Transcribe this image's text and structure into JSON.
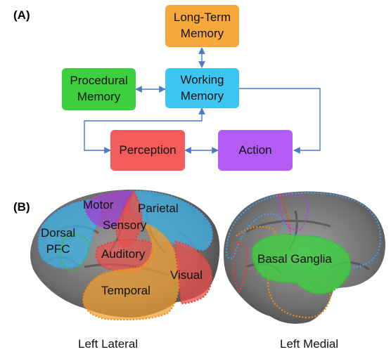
{
  "panel_a": {
    "letter": "(A)",
    "boxes": {
      "ltm": {
        "label": "Long-Term\nMemory",
        "color": "#f6a83a"
      },
      "procedural": {
        "label": "Procedural\nMemory",
        "color": "#3ecf3e"
      },
      "working": {
        "label": "Working\nMemory",
        "color": "#3dc6f2"
      },
      "perception": {
        "label": "Perception",
        "color": "#f45b5b"
      },
      "action": {
        "label": "Action",
        "color": "#b25cf5"
      }
    },
    "arrow_color": "#4a7bc4"
  },
  "panel_b": {
    "letter": "(B)",
    "regions": {
      "motor": {
        "label": "Motor",
        "color": "#a040d0"
      },
      "parietal": {
        "label": "Parietal",
        "color": "#3fb3e6"
      },
      "sensory": {
        "label": "Sensory",
        "color": "#e8504a"
      },
      "dorsal_pfc": {
        "label": "Dorsal\nPFC",
        "color": "#3fb3e6"
      },
      "auditory": {
        "label": "Auditory",
        "color": "#e8504a"
      },
      "temporal": {
        "label": "Temporal",
        "color": "#f0a030"
      },
      "visual": {
        "label": "Visual",
        "color": "#e8504a"
      },
      "basal_ganglia": {
        "label": "Basal Ganglia",
        "color": "#3ecf3e"
      }
    },
    "captions": {
      "left_lateral": "Left Lateral",
      "left_medial": "Left Medial"
    }
  }
}
